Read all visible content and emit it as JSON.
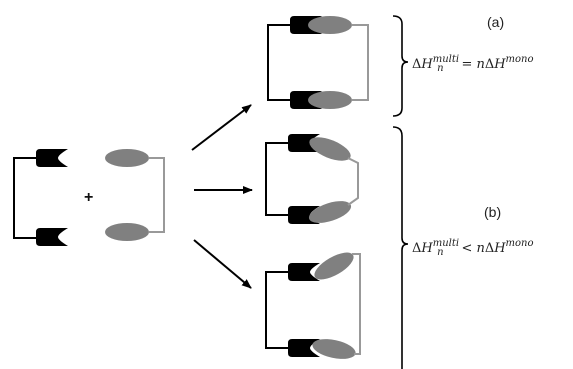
{
  "labels": {
    "a": "(a)",
    "b": "(b)",
    "plus": "+"
  },
  "equations": {
    "a": {
      "delta": "Δ",
      "var": "H",
      "sup": "multi",
      "sub": "n",
      "op": "=",
      "rhs_coeff": "n",
      "rhs_delta": "Δ",
      "rhs_var": "H",
      "rhs_sup": "mono"
    },
    "b": {
      "delta": "Δ",
      "var": "H",
      "sup": "multi",
      "sub": "n",
      "op": "<",
      "rhs_coeff": "n",
      "rhs_delta": "Δ",
      "rhs_var": "H",
      "rhs_sup": "mono"
    }
  },
  "colors": {
    "host": "#000000",
    "guest": "#808080",
    "host_linker": "#000000",
    "guest_linker": "#999999",
    "arrow": "#000000"
  }
}
